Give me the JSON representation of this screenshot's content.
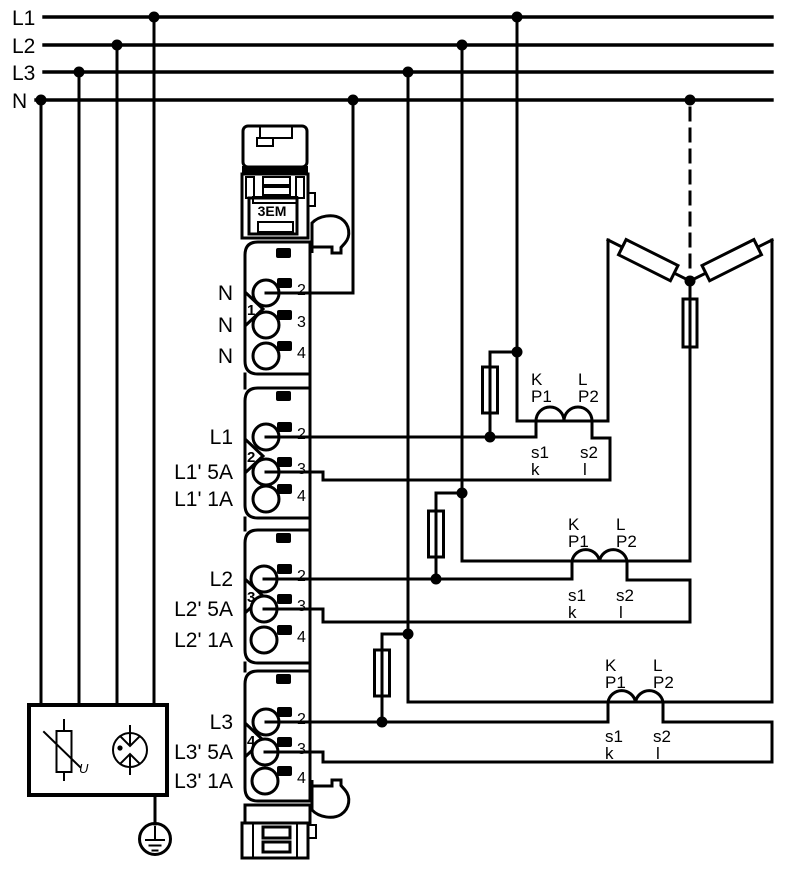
{
  "diagram": {
    "title_hint": "3-phase energy meter module wiring with current transformers",
    "colors": {
      "line": "#000000",
      "background": "#ffffff"
    },
    "buses": [
      {
        "label": "L1"
      },
      {
        "label": "L2"
      },
      {
        "label": "L3"
      },
      {
        "label": "N"
      }
    ],
    "module": {
      "label": "3EM",
      "groups": [
        {
          "arrow": "1",
          "rows": [
            {
              "label": "N",
              "num": "2"
            },
            {
              "label": "N",
              "num": "3"
            },
            {
              "label": "N",
              "num": "4"
            }
          ]
        },
        {
          "arrow": "2",
          "rows": [
            {
              "label": "L1",
              "num": "2"
            },
            {
              "label": "L1' 5A",
              "num": "3"
            },
            {
              "label": "L1' 1A",
              "num": "4"
            }
          ]
        },
        {
          "arrow": "3",
          "rows": [
            {
              "label": "L2",
              "num": "2"
            },
            {
              "label": "L2' 5A",
              "num": "3"
            },
            {
              "label": "L2' 1A",
              "num": "4"
            }
          ]
        },
        {
          "arrow": "4",
          "rows": [
            {
              "label": "L3",
              "num": "2"
            },
            {
              "label": "L3' 5A",
              "num": "3"
            },
            {
              "label": "L3' 1A",
              "num": "4"
            }
          ]
        }
      ]
    },
    "cts": [
      {
        "k": "K",
        "p1": "P1",
        "l": "L",
        "p2": "P2",
        "s1": "s1",
        "k2": "k",
        "s2": "s2",
        "l2": "l"
      },
      {
        "k": "K",
        "p1": "P1",
        "l": "L",
        "p2": "P2",
        "s1": "s1",
        "k2": "k",
        "s2": "s2",
        "l2": "l"
      },
      {
        "k": "K",
        "p1": "P1",
        "l": "L",
        "p2": "P2",
        "s1": "s1",
        "k2": "k",
        "s2": "s2",
        "l2": "l"
      }
    ],
    "surge_box": {
      "varistor_label": "U"
    }
  }
}
